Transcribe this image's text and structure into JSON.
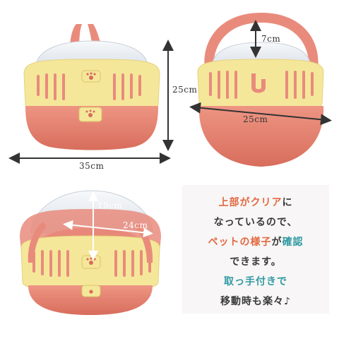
{
  "dimensions": {
    "width": "35cm",
    "height": "25cm",
    "depth": "25cm",
    "handle_height": "7cm",
    "inner_height": "19cm",
    "inner_width": "24cm"
  },
  "caption": {
    "line1": [
      {
        "text": "上部がクリア",
        "style": "red"
      },
      {
        "text": "に",
        "style": "dark"
      }
    ],
    "line2": [
      {
        "text": "なっているので、",
        "style": "dark"
      }
    ],
    "line3": [
      {
        "text": "ペットの様子",
        "style": "red"
      },
      {
        "text": "が",
        "style": "dark"
      },
      {
        "text": "確認",
        "style": "teal"
      }
    ],
    "line4": [
      {
        "text": "できます。",
        "style": "dark"
      }
    ],
    "line5": [
      {
        "text": "取っ手付きで",
        "style": "teal"
      }
    ],
    "line6": [
      {
        "text": "移動時も楽々♪",
        "style": "dark"
      }
    ]
  },
  "colors": {
    "coral": "#e98b7c",
    "coral_dark": "#d8705f",
    "cream": "#f5e79a",
    "cream_dark": "#e9d57a",
    "clear": "#eef2f6",
    "arrow": "#333333",
    "red_text": "#e2683f",
    "teal_text": "#2f9aa2"
  },
  "icons": [
    "paw-badge-icon",
    "dimension-arrow-icon"
  ]
}
